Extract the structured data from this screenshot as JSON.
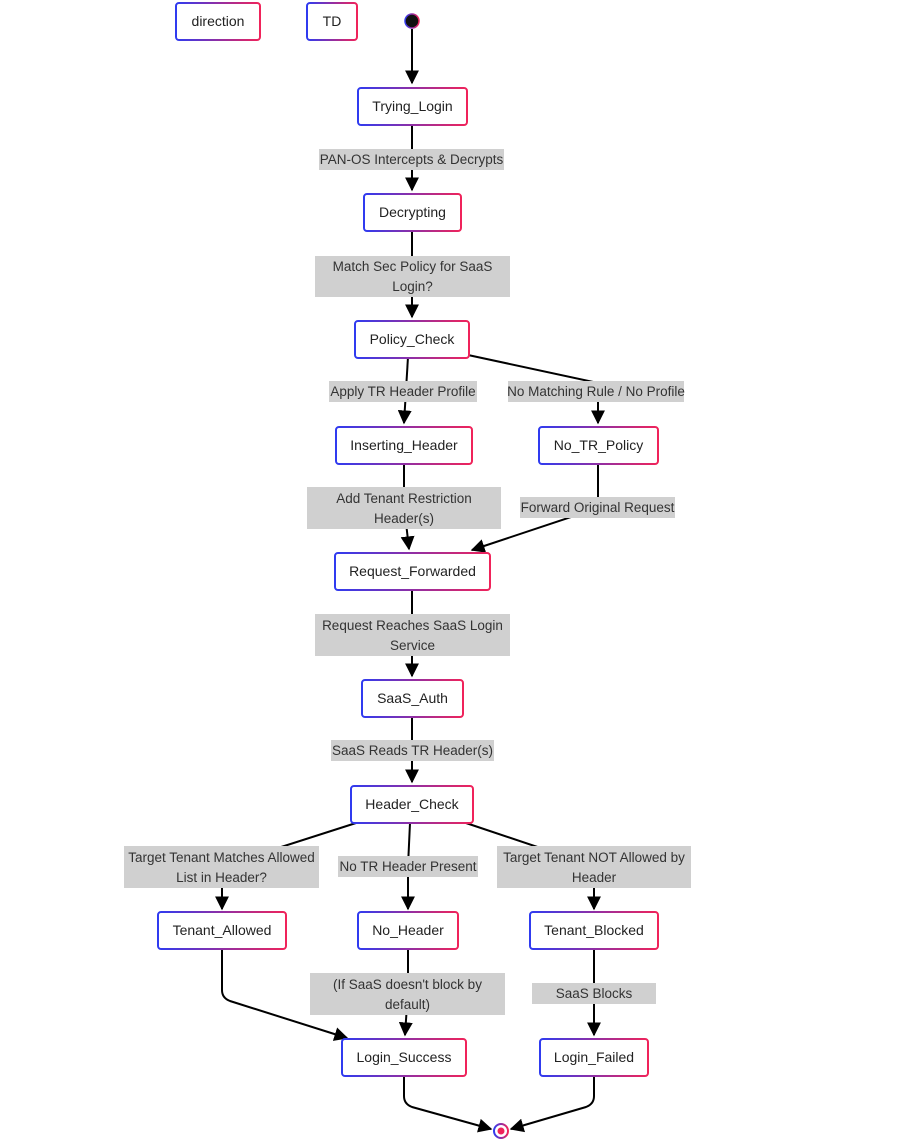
{
  "colors": {
    "node_gradient_start": "#2f3bf0",
    "node_gradient_end": "#f0235a",
    "edge": "#000000",
    "edge_label_background": "#d0d0d0",
    "end_state_inner": "#f0235a",
    "start_state_fill": "#111111"
  },
  "legend": {
    "direction": "direction",
    "td": "TD"
  },
  "states": {
    "trying_login": "Trying_Login",
    "decrypting": "Decrypting",
    "policy_check": "Policy_Check",
    "inserting_header": "Inserting_Header",
    "no_tr_policy": "No_TR_Policy",
    "request_forwarded": "Request_Forwarded",
    "saas_auth": "SaaS_Auth",
    "header_check": "Header_Check",
    "tenant_allowed": "Tenant_Allowed",
    "no_header": "No_Header",
    "tenant_blocked": "Tenant_Blocked",
    "login_success": "Login_Success",
    "login_failed": "Login_Failed"
  },
  "edge_labels": {
    "intercepts": "PAN-OS Intercepts & Decrypts",
    "match_policy_1": "Match Sec Policy for SaaS",
    "match_policy_2": "Login?",
    "apply_profile": "Apply TR Header Profile",
    "no_matching_rule": "No Matching Rule / No Profile",
    "add_header_1": "Add Tenant Restriction",
    "add_header_2": "Header(s)",
    "forward_original": "Forward Original Request",
    "reaches_saas_1": "Request Reaches SaaS Login",
    "reaches_saas_2": "Service",
    "reads_header": "SaaS Reads TR Header(s)",
    "tenant_matches_1": "Target Tenant Matches Allowed",
    "tenant_matches_2": "List in Header?",
    "no_tr_header": "No TR Header Present",
    "not_allowed_1": "Target Tenant NOT Allowed by",
    "not_allowed_2": "Header",
    "if_saas_1": "(If SaaS doesn't block by",
    "if_saas_2": "default)",
    "saas_blocks": "SaaS Blocks"
  }
}
